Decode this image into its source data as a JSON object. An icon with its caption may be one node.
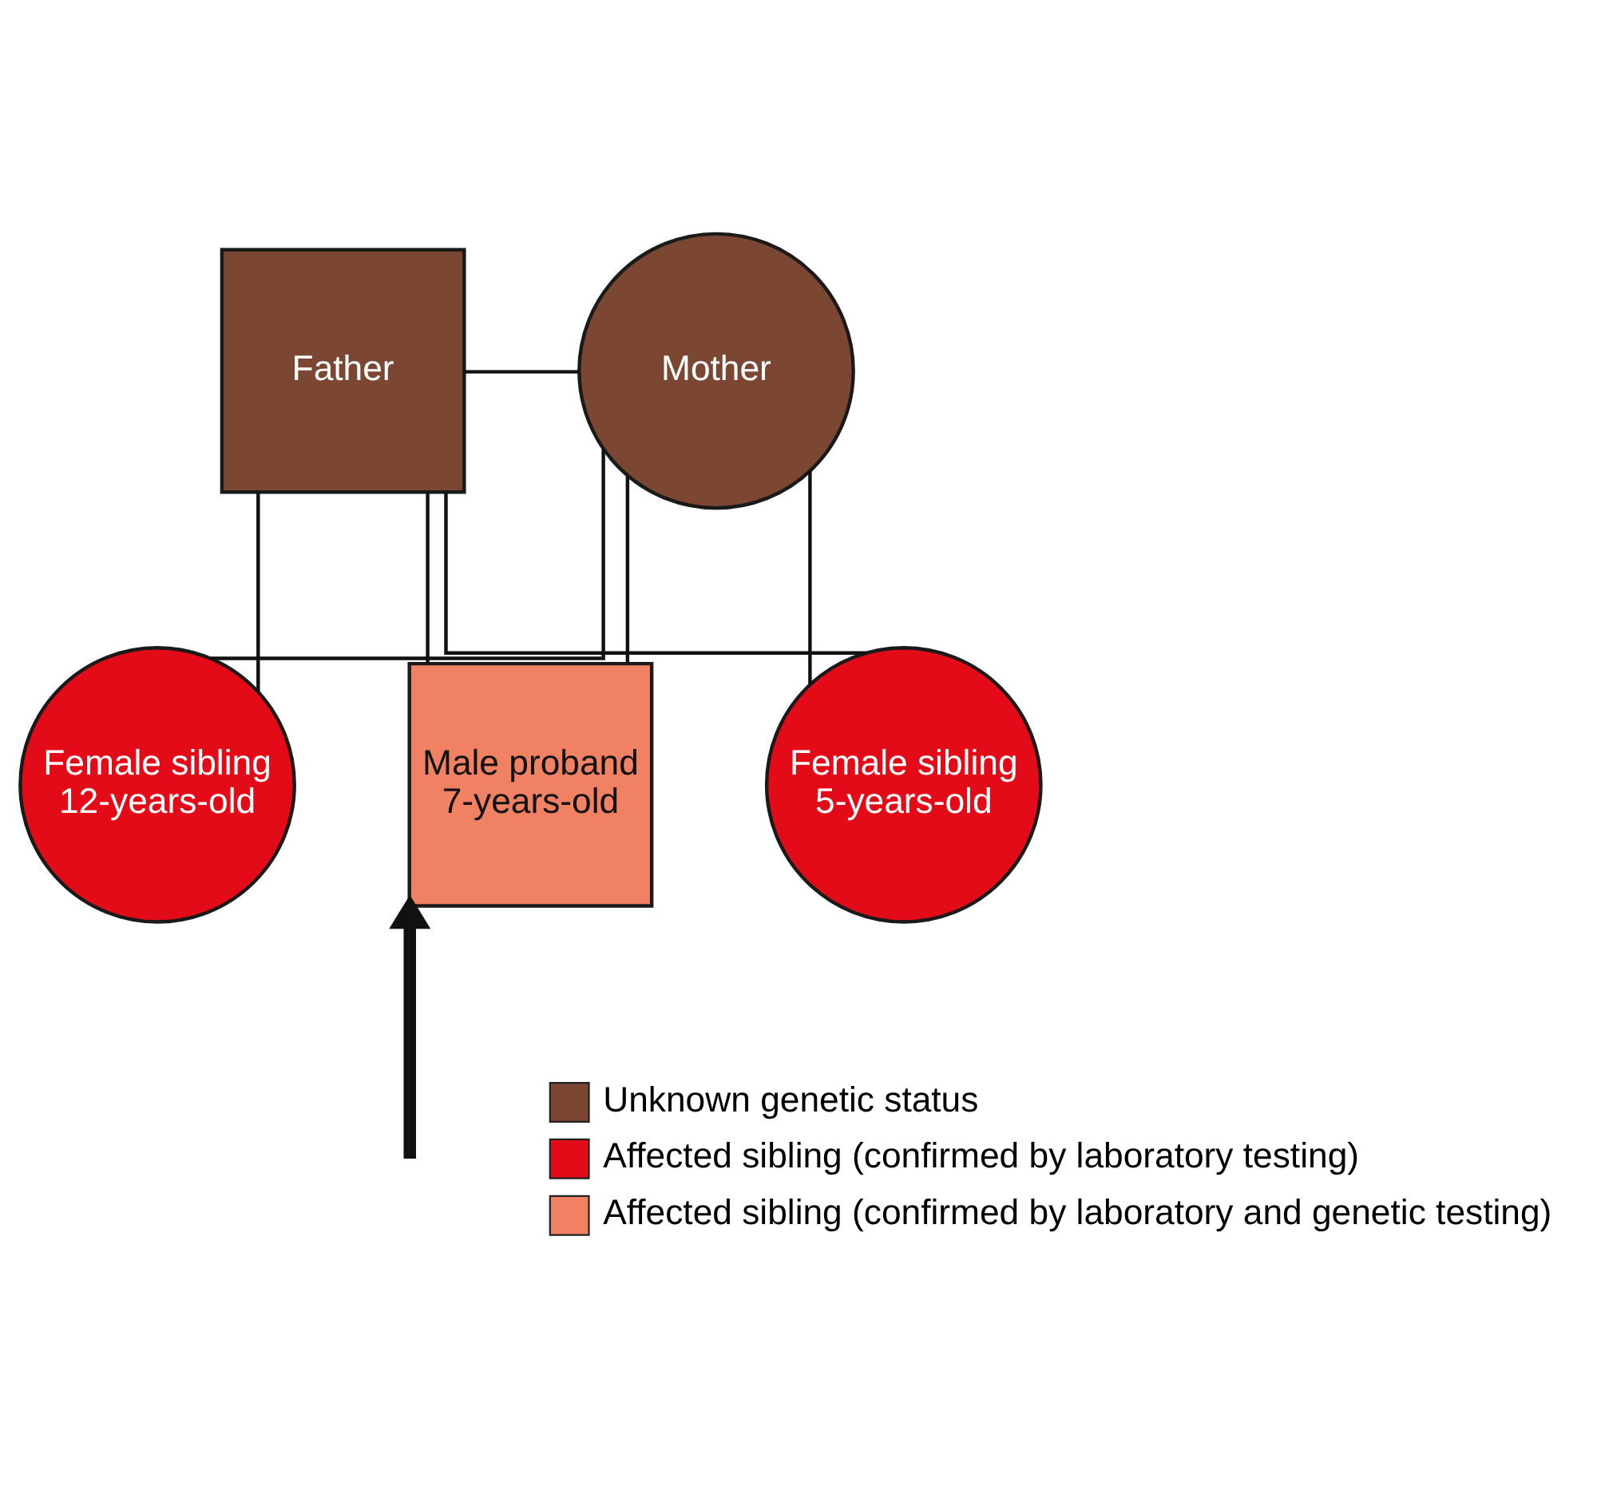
{
  "diagram": {
    "nodes": [
      {
        "text": [
          "Father"
        ]
      },
      {
        "text": [
          "Mother"
        ]
      },
      {
        "text": [
          "Female sibling 12-years-old"
        ]
      },
      {
        "text": [
          "Male proband 7-years-old"
        ]
      },
      {
        "text": [
          "Female sibling 5-years-old"
        ]
      }
    ],
    "edges": [
      {
        "from": 0,
        "to": 1,
        "arrow": "none"
      },
      {
        "from": 0,
        "to": 2,
        "arrow": "none"
      },
      {
        "from": 0,
        "to": 3,
        "arrow": "none"
      },
      {
        "from": 0,
        "to": 4,
        "arrow": "none"
      },
      {
        "from": 1,
        "to": 2,
        "arrow": "none"
      },
      {
        "from": 1,
        "to": 3,
        "arrow": "none"
      },
      {
        "from": 1,
        "to": 4,
        "arrow": "none"
      },
      {
        "from": null,
        "to": 3,
        "arrow": "to",
        "style": "thick"
      }
    ],
    "legend": [
      {
        "text": "Unknown genetic status",
        "color": "#7b4733"
      },
      {
        "text": "Affected sibling (confirmed by laboratory testing)",
        "color": "#e30b17"
      },
      {
        "text": "Affected sibling (confirmed by laboratory and genetic testing)",
        "color": "#f08263"
      }
    ]
  }
}
